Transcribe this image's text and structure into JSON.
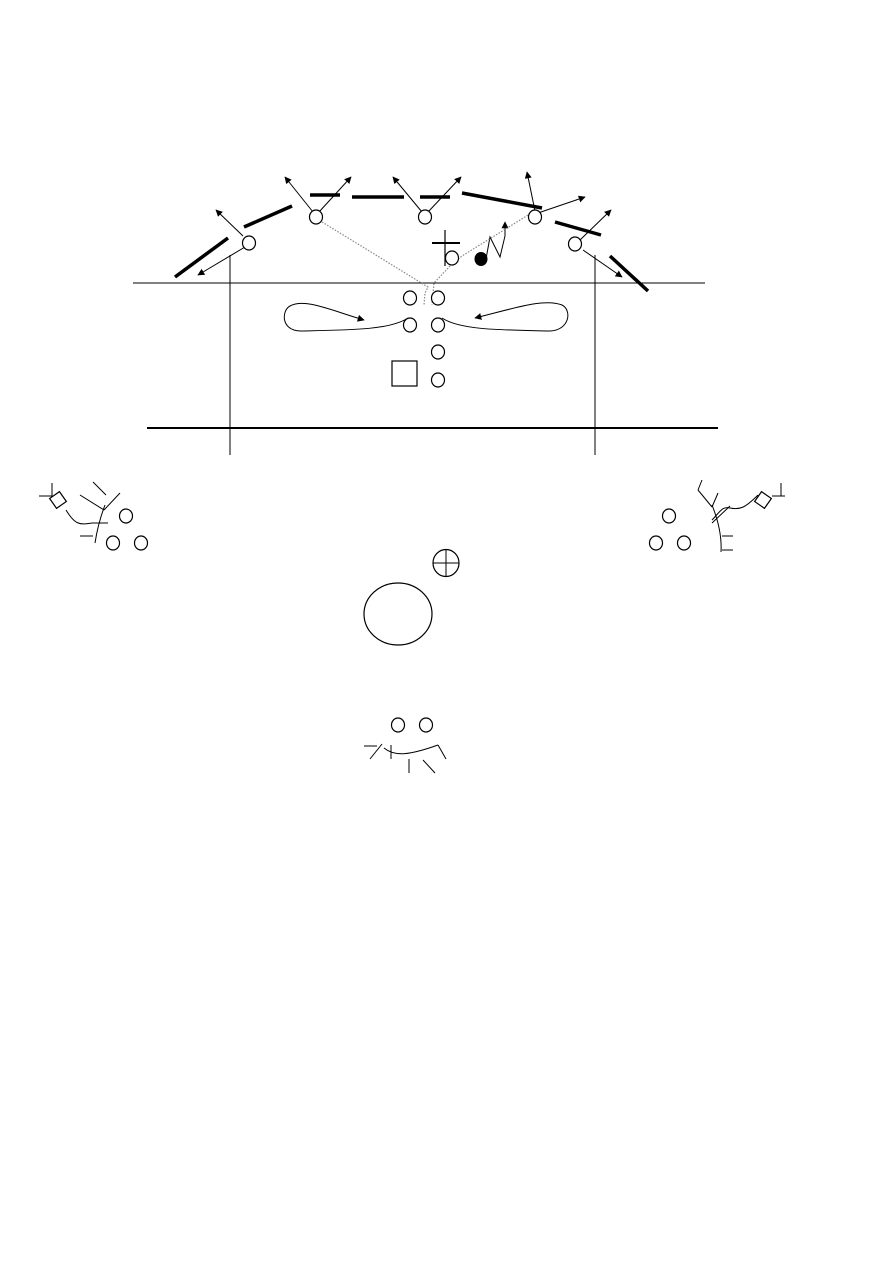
{
  "diagram": {
    "colors": {
      "ink": "#000000",
      "route_dotted": "#888888",
      "background": "#ffffff"
    },
    "icon_names": [
      "player-circle",
      "player-filled",
      "coach-square",
      "crossed-circle",
      "arrow"
    ]
  }
}
